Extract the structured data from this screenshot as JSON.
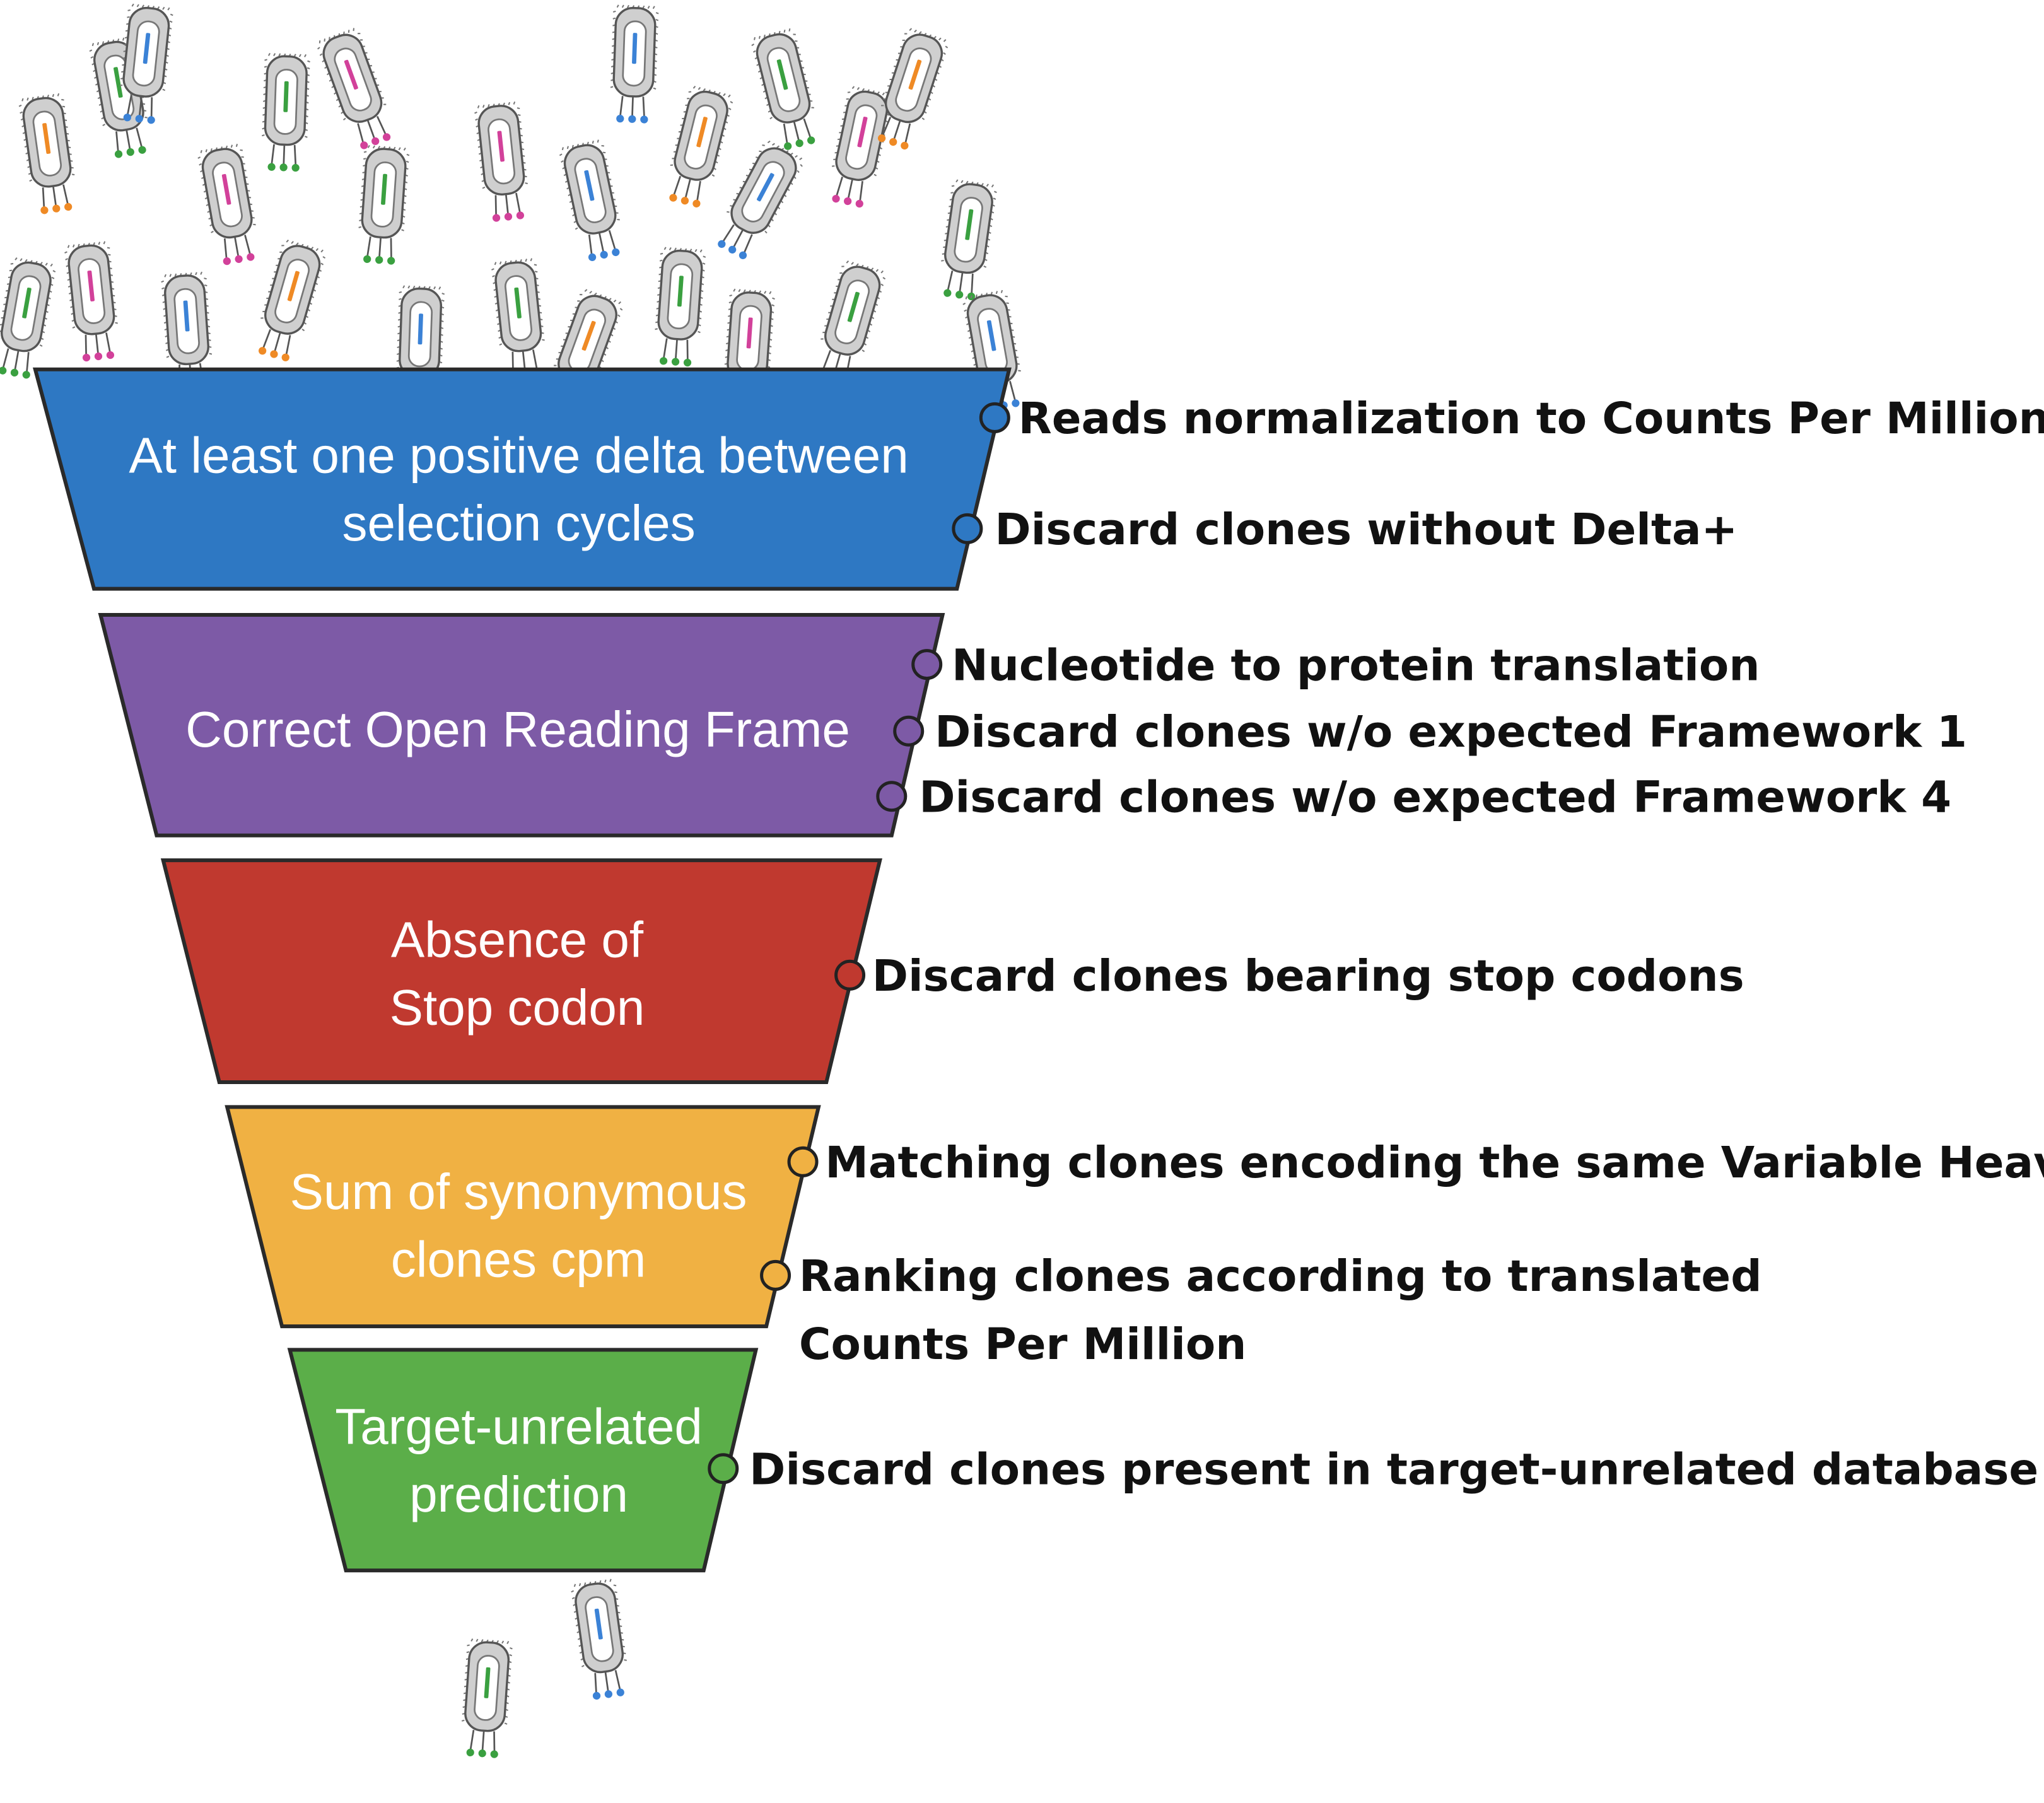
{
  "stages": [
    {
      "id": "delta",
      "label_lines": [
        "At least one positive delta between",
        "selection cycles"
      ],
      "color": "#2e78c3",
      "steps": [
        {
          "lines": [
            "Reads normalization to Counts Per Million"
          ]
        },
        {
          "lines": [
            "Discard clones without Delta+"
          ]
        }
      ]
    },
    {
      "id": "orf",
      "label_lines": [
        "Correct Open Reading Frame"
      ],
      "color": "#7d5aa6",
      "steps": [
        {
          "lines": [
            "Nucleotide to protein translation"
          ]
        },
        {
          "lines": [
            "Discard clones w/o expected Framework 1"
          ]
        },
        {
          "lines": [
            "Discard clones w/o expected Framework 4"
          ]
        }
      ]
    },
    {
      "id": "stop",
      "label_lines": [
        "Absence of",
        "Stop codon"
      ],
      "color": "#c0392f",
      "steps": [
        {
          "lines": [
            "Discard clones bearing stop codons"
          ]
        }
      ]
    },
    {
      "id": "synonymous",
      "label_lines": [
        "Sum of synonymous",
        "clones cpm"
      ],
      "color": "#f0b143",
      "steps": [
        {
          "lines": [
            "Matching clones encoding the same Variable Heavy"
          ]
        },
        {
          "lines": [
            "Ranking clones according to translated",
            "Counts Per Million"
          ]
        }
      ]
    },
    {
      "id": "target",
      "label_lines": [
        "Target-unrelated",
        "prediction"
      ],
      "color": "#5bae49",
      "steps": [
        {
          "lines": [
            "Discard clones present in target-unrelated database"
          ]
        }
      ]
    }
  ],
  "phage": {
    "tip_colors": [
      "#ef8a25",
      "#3aa040",
      "#d2419a",
      "#3b82d6"
    ],
    "input_count": 27,
    "output_count": 2
  }
}
